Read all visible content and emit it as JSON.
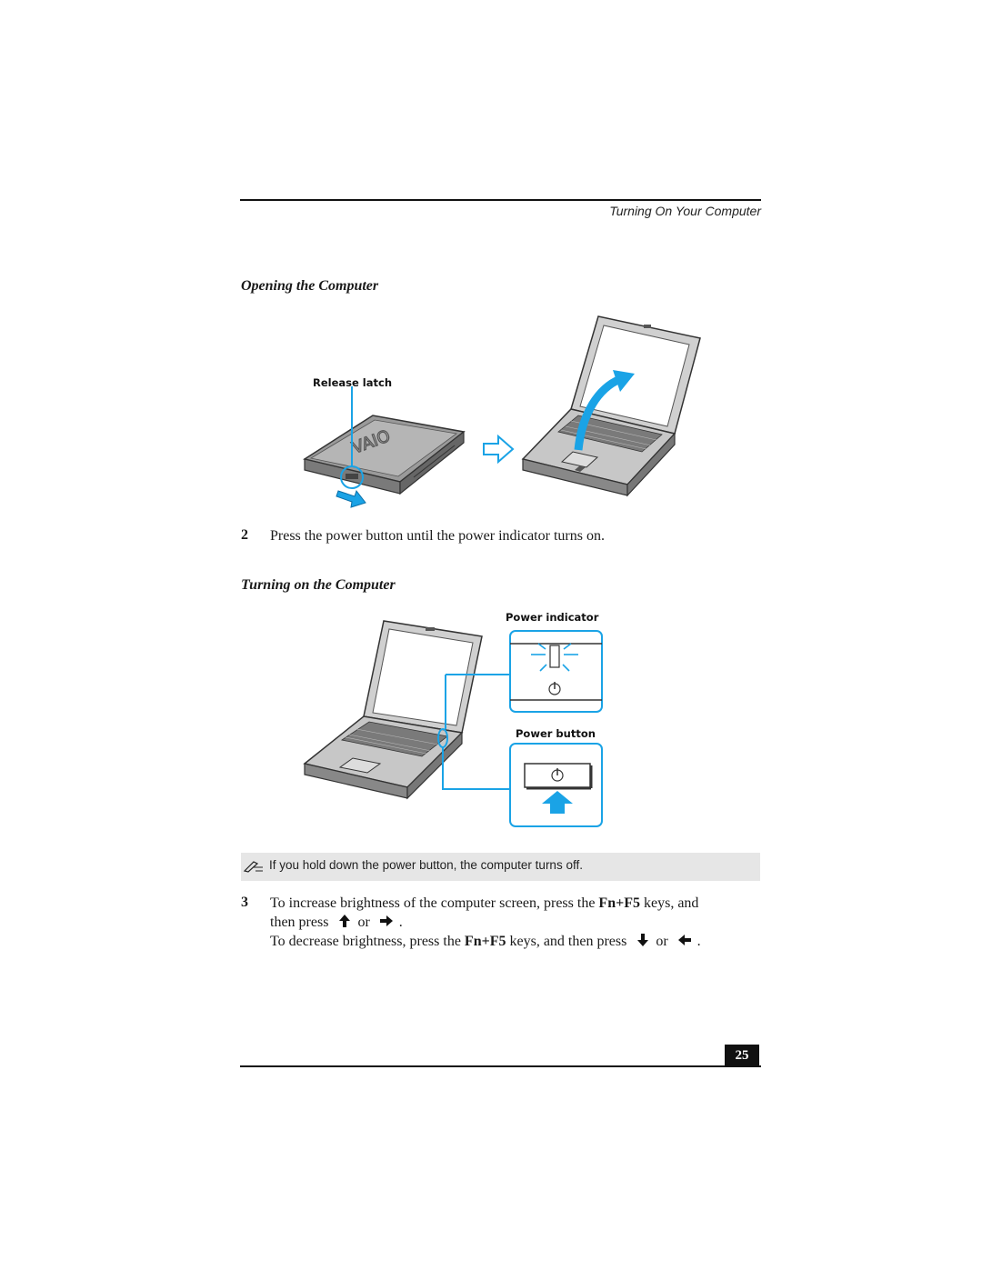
{
  "header": {
    "title": "Turning On Your Computer"
  },
  "section1": {
    "title": "Opening the Computer"
  },
  "figure1": {
    "release_latch_label": "Release latch",
    "logo_text": "VAIO"
  },
  "step2": {
    "number": "2",
    "text": "Press the power button until the power indicator turns on."
  },
  "section2": {
    "title": "Turning on the Computer"
  },
  "figure2": {
    "power_indicator_label": "Power indicator",
    "power_button_label": "Power button"
  },
  "note": {
    "icon": "pencil-note-icon",
    "text": "If you hold down the power button, the computer turns off."
  },
  "step3": {
    "number": "3",
    "line1_a": "To increase brightness of the computer screen, press the ",
    "line1_key": "Fn+F5",
    "line1_b": " keys, and",
    "line2_a": "then press",
    "line2_or": "or",
    "line2_end": ".",
    "line3_a": "To decrease brightness, press the ",
    "line3_key": "Fn+F5",
    "line3_b": " keys, and then press",
    "line3_or": "or",
    "line3_end": "."
  },
  "footer": {
    "page_number": "25"
  },
  "colors": {
    "accent_blue": "#1aa3e6",
    "laptop_gray": "#8a8a8a",
    "rule": "#111111",
    "note_bg": "#e6e6e6"
  }
}
